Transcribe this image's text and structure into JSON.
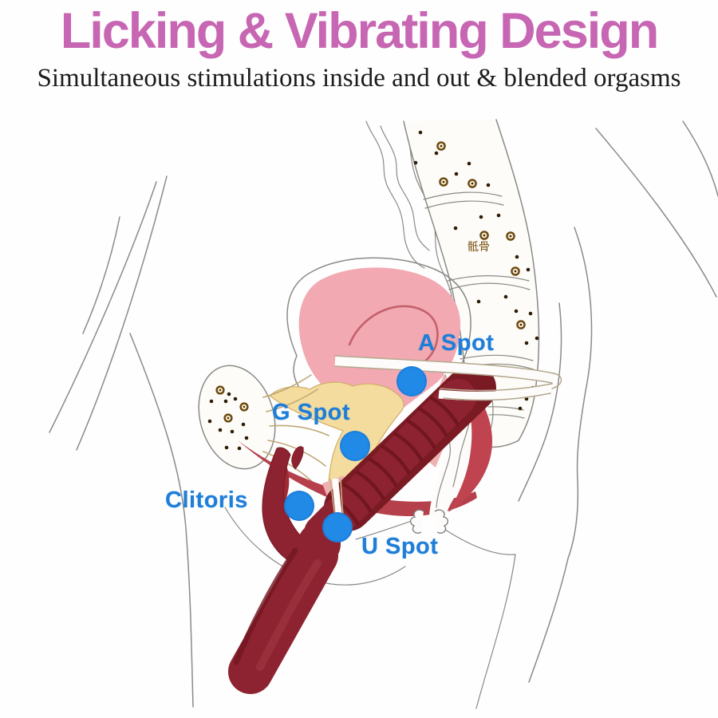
{
  "page": {
    "background": "#ffffff"
  },
  "header": {
    "title": "Licking & Vibrating Design",
    "title_color": "#c766b3",
    "subtitle": "Simultaneous stimulations inside and out & blended orgasms",
    "subtitle_color": "#1c1c1c"
  },
  "diagram": {
    "type": "female-pelvis-cross-section",
    "spots": [
      {
        "label": "A Spot"
      },
      {
        "label": "G Spot"
      },
      {
        "label": "Clitoris"
      },
      {
        "label": "U Spot"
      }
    ],
    "bone_caption": "骶骨",
    "label_color": "#1e7ed8",
    "marker_color": "#2189e6",
    "device_color": "#8d2330",
    "uterus_color": "#f2a9b2",
    "bladder_color": "#f4dc9f",
    "muscle_color": "#b5404b"
  }
}
